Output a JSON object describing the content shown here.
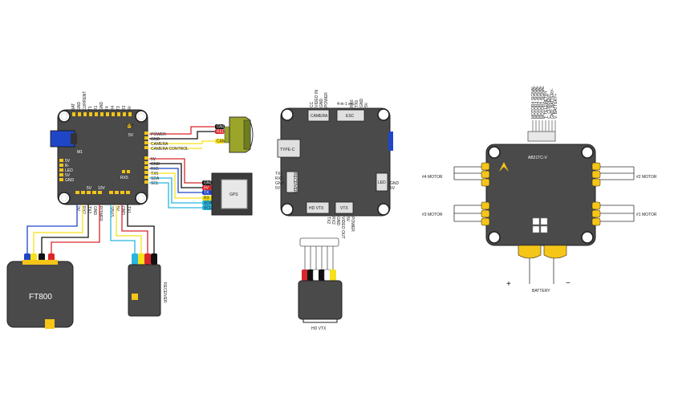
{
  "fc": {
    "top_pads": [
      "BAT",
      "GND",
      "CURRENT",
      "T1",
      "R1",
      "GND",
      "T4",
      "R4",
      "T3",
      "R3",
      "5V"
    ],
    "bat_label": "BAT",
    "fiveV_label": "5V",
    "side_labels": [
      "POWER",
      "GND",
      "CAMERA",
      "CAMERA CONTROL"
    ],
    "gps_side_labels": [
      "5V",
      "GND",
      "RX5",
      "TX5",
      "SDA",
      "SCL"
    ],
    "left_labels": [
      "5V",
      "R-",
      "LED",
      "5V",
      "GND"
    ],
    "bottom_left": [
      "9V",
      "RX2",
      "TX2",
      "GND",
      "POWER"
    ],
    "bottom_right": [
      "SBUS",
      "5V",
      "GND",
      "TX1"
    ],
    "small_labels": [
      "5V",
      "10V"
    ],
    "rx5_label": "RX5",
    "m1_label": "M1"
  },
  "camera": {
    "tags": [
      "GND",
      "RED",
      "CAM"
    ]
  },
  "gps": {
    "name": "GPS",
    "tags": [
      "GND",
      "5V",
      "TX",
      "RX",
      "SDA",
      "SCL"
    ]
  },
  "vtx_ft800": {
    "name": "FT800"
  },
  "receiver": {
    "name": "RECEIVER"
  },
  "aio": {
    "top_left": [
      "CC",
      "VIDEO IN",
      "GND",
      "POWER"
    ],
    "top_right": [
      "RX6",
      "TX6",
      "GND",
      "5V"
    ],
    "top_mid": "4-in-1 esc",
    "camera": "CAMERA",
    "esc": "ESC",
    "type_c": "TYPE-C",
    "receiver": "RECEIVER",
    "left_pins": [
      "TX1",
      "RX0",
      "GND",
      "5V"
    ],
    "led": "LED",
    "right_pins": [
      "GND",
      "5V"
    ],
    "hd_vtx": "HD VTX",
    "vtx": "VTX",
    "bottom_pins": [
      "TX2",
      "RX2",
      "GND",
      "VIDEO OUT",
      "5V",
      "POWER"
    ]
  },
  "hd_vtx": {
    "name": "HD VTX"
  },
  "esc": {
    "top_labels": [
      "MOTOR4 SIGNAL",
      "MOTOR3 SIGNAL",
      "MOTOR2 SIGNAL",
      "MOTOR1 SIGNAL",
      "T: TELEMETRY",
      "C: CURRENT",
      "GND: BATTERY-",
      "V: BATTERY+"
    ],
    "chip_label": "AB21TC-V",
    "motors": [
      "#4 MOTOR",
      "#2 MOTOR",
      "#3 MOTOR",
      "#1 MOTOR"
    ],
    "plus": "+",
    "minus": "−",
    "battery": "BATTERY"
  },
  "colors": {
    "board": "#4a4a4a",
    "gold": "#f5c518",
    "red": "#d9262b",
    "yellow": "#f7e11a",
    "blue": "#2046c8",
    "green_cam": "#9aa52a",
    "cyan": "#27b7e0"
  }
}
